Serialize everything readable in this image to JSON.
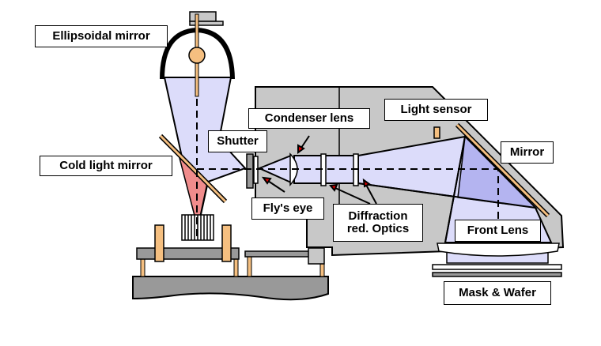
{
  "labels": {
    "ellipsoidal_mirror": "Ellipsoidal mirror",
    "cold_light_mirror": "Cold light mirror",
    "shutter": "Shutter",
    "condenser_lens": "Condenser lens",
    "light_sensor": "Light sensor",
    "mirror": "Mirror",
    "flys_eye": "Fly's eye",
    "diffraction_line1": "Diffraction",
    "diffraction_line2": "red. Optics",
    "front_lens": "Front Lens",
    "mask_wafer": "Mask & Wafer"
  },
  "colors": {
    "housing": "#c8c8c8",
    "beam": "#dcdcfa",
    "beam_dark": "#b4b4f0",
    "infrared": "#f08c8c",
    "tan": "#f5bf80",
    "arrow_head": "#e00000"
  }
}
